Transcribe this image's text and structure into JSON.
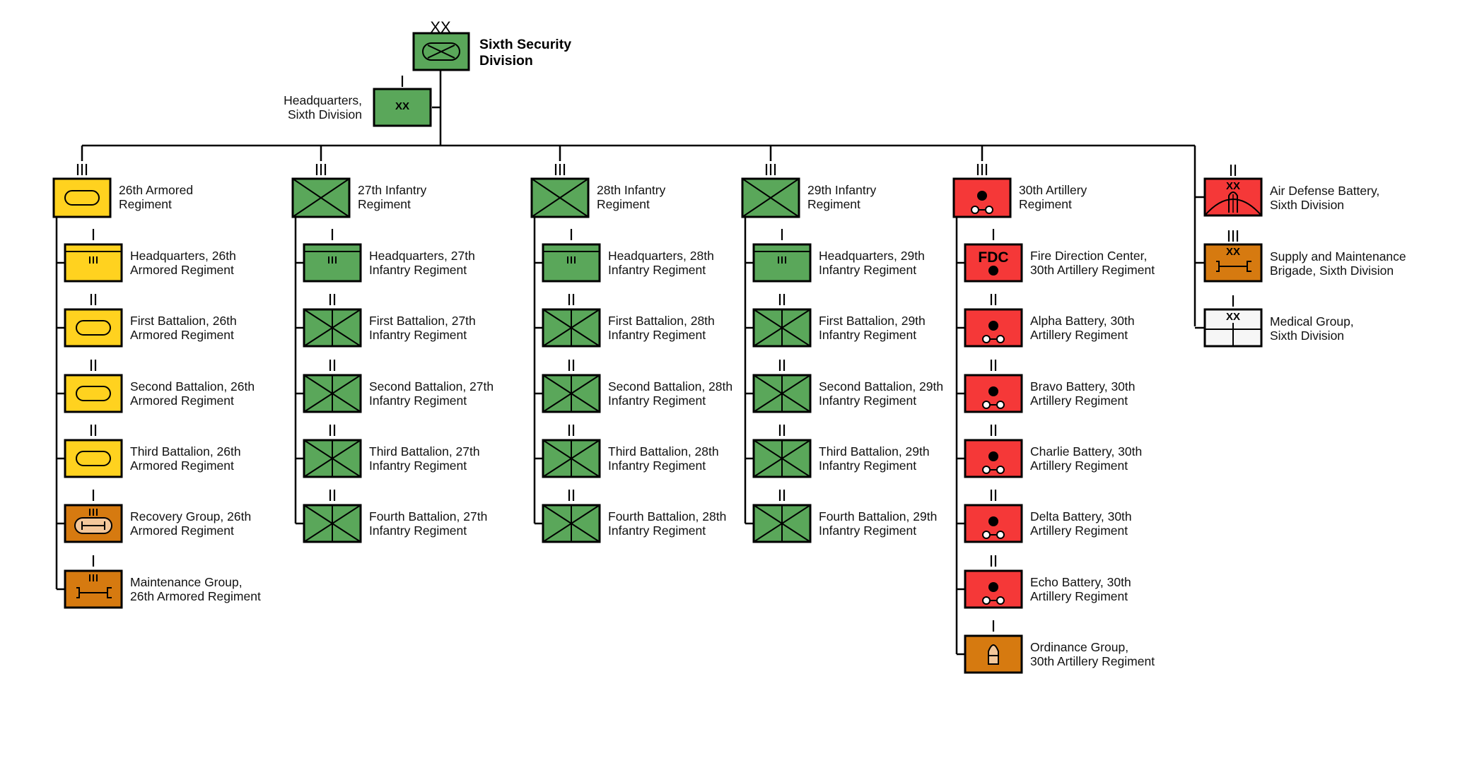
{
  "colors": {
    "green": "#5aa75a",
    "yellow": "#ffd21f",
    "orange": "#d67a10",
    "red": "#f53838",
    "white": "#f6f6f6",
    "line": "#000000"
  },
  "division": {
    "echelon": "XX",
    "name_line1": "Sixth Security",
    "name_line2": "Division",
    "icon": "armored-infantry-symbol",
    "color": "green"
  },
  "hq": {
    "echelon": "I",
    "label_line1": "Headquarters,",
    "label_line2": "Sixth Division",
    "inner_text": "XX",
    "color": "green"
  },
  "columns": [
    {
      "id": "26th-armored",
      "parent": {
        "echelon": "III",
        "line1": "26th Armored",
        "line2": "Regiment",
        "color": "yellow",
        "icon": "armor"
      },
      "units": [
        {
          "echelon": "I",
          "line1": "Headquarters, 26th",
          "line2": "Armored Regiment",
          "color": "yellow",
          "icon": "hq-armor",
          "inner": "III"
        },
        {
          "echelon": "II",
          "line1": "First Battalion, 26th",
          "line2": "Armored Regiment",
          "color": "yellow",
          "icon": "armor"
        },
        {
          "echelon": "II",
          "line1": "Second Battalion, 26th",
          "line2": "Armored Regiment",
          "color": "yellow",
          "icon": "armor"
        },
        {
          "echelon": "II",
          "line1": "Third Battalion, 26th",
          "line2": "Armored Regiment",
          "color": "yellow",
          "icon": "armor"
        },
        {
          "echelon": "I",
          "line1": "Recovery Group, 26th",
          "line2": "Armored Regiment",
          "color": "orange",
          "icon": "recovery",
          "inner": "III"
        },
        {
          "echelon": "I",
          "line1": "Maintenance Group,",
          "line2": "26th Armored Regiment",
          "color": "orange",
          "icon": "maintenance",
          "inner": "III"
        }
      ]
    },
    {
      "id": "27th-infantry",
      "parent": {
        "echelon": "III",
        "line1": "27th Infantry",
        "line2": "Regiment",
        "color": "green",
        "icon": "infantry"
      },
      "units": [
        {
          "echelon": "I",
          "line1": "Headquarters, 27th",
          "line2": "Infantry Regiment",
          "color": "green",
          "icon": "hq",
          "inner": "III"
        },
        {
          "echelon": "II",
          "line1": "First Battalion, 27th",
          "line2": "Infantry Regiment",
          "color": "green",
          "icon": "infantry-bn"
        },
        {
          "echelon": "II",
          "line1": "Second Battalion, 27th",
          "line2": "Infantry Regiment",
          "color": "green",
          "icon": "infantry-bn"
        },
        {
          "echelon": "II",
          "line1": "Third Battalion, 27th",
          "line2": "Infantry Regiment",
          "color": "green",
          "icon": "infantry-bn"
        },
        {
          "echelon": "II",
          "line1": "Fourth Battalion, 27th",
          "line2": "Infantry Regiment",
          "color": "green",
          "icon": "infantry-bn"
        }
      ]
    },
    {
      "id": "28th-infantry",
      "parent": {
        "echelon": "III",
        "line1": "28th Infantry",
        "line2": "Regiment",
        "color": "green",
        "icon": "infantry"
      },
      "units": [
        {
          "echelon": "I",
          "line1": "Headquarters, 28th",
          "line2": "Infantry Regiment",
          "color": "green",
          "icon": "hq",
          "inner": "III"
        },
        {
          "echelon": "II",
          "line1": "First Battalion, 28th",
          "line2": "Infantry Regiment",
          "color": "green",
          "icon": "infantry-bn"
        },
        {
          "echelon": "II",
          "line1": "Second Battalion, 28th",
          "line2": "Infantry Regiment",
          "color": "green",
          "icon": "infantry-bn"
        },
        {
          "echelon": "II",
          "line1": "Third Battalion, 28th",
          "line2": "Infantry Regiment",
          "color": "green",
          "icon": "infantry-bn"
        },
        {
          "echelon": "II",
          "line1": "Fourth Battalion, 28th",
          "line2": "Infantry Regiment",
          "color": "green",
          "icon": "infantry-bn"
        }
      ]
    },
    {
      "id": "29th-infantry",
      "parent": {
        "echelon": "III",
        "line1": "29th Infantry",
        "line2": "Regiment",
        "color": "green",
        "icon": "infantry"
      },
      "units": [
        {
          "echelon": "I",
          "line1": "Headquarters, 29th",
          "line2": "Infantry Regiment",
          "color": "green",
          "icon": "hq",
          "inner": "III"
        },
        {
          "echelon": "II",
          "line1": "First Battalion, 29th",
          "line2": "Infantry Regiment",
          "color": "green",
          "icon": "infantry-bn"
        },
        {
          "echelon": "II",
          "line1": "Second Battalion, 29th",
          "line2": "Infantry Regiment",
          "color": "green",
          "icon": "infantry-bn"
        },
        {
          "echelon": "II",
          "line1": "Third Battalion, 29th",
          "line2": "Infantry Regiment",
          "color": "green",
          "icon": "infantry-bn"
        },
        {
          "echelon": "II",
          "line1": "Fourth Battalion, 29th",
          "line2": "Infantry Regiment",
          "color": "green",
          "icon": "infantry-bn"
        }
      ]
    },
    {
      "id": "30th-artillery",
      "parent": {
        "echelon": "III",
        "line1": "30th Artillery",
        "line2": "Regiment",
        "color": "red",
        "icon": "artillery"
      },
      "units": [
        {
          "echelon": "I",
          "line1": "Fire Direction Center,",
          "line2": "30th Artillery Regiment",
          "color": "red",
          "icon": "fdc",
          "inner": "FDC"
        },
        {
          "echelon": "II",
          "line1": "Alpha Battery, 30th",
          "line2": "Artillery Regiment",
          "color": "red",
          "icon": "artillery"
        },
        {
          "echelon": "II",
          "line1": "Bravo Battery, 30th",
          "line2": "Artillery Regiment",
          "color": "red",
          "icon": "artillery"
        },
        {
          "echelon": "II",
          "line1": "Charlie Battery, 30th",
          "line2": "Artillery Regiment",
          "color": "red",
          "icon": "artillery"
        },
        {
          "echelon": "II",
          "line1": "Delta Battery, 30th",
          "line2": "Artillery Regiment",
          "color": "red",
          "icon": "artillery"
        },
        {
          "echelon": "II",
          "line1": "Echo Battery, 30th",
          "line2": "Artillery Regiment",
          "color": "red",
          "icon": "artillery"
        },
        {
          "echelon": "I",
          "line1": "Ordinance Group,",
          "line2": "30th Artillery Regiment",
          "color": "orange",
          "icon": "ordnance"
        }
      ]
    }
  ],
  "support": [
    {
      "echelon": "II",
      "line1": "Air Defense Battery,",
      "line2": "Sixth Division",
      "color": "red",
      "icon": "air-defense",
      "inner": "XX"
    },
    {
      "echelon": "III",
      "line1": "Supply and Maintenance",
      "line2": "Brigade, Sixth Division",
      "color": "orange",
      "icon": "maintenance",
      "inner": "XX"
    },
    {
      "echelon": "I",
      "line1": "Medical Group,",
      "line2": "Sixth Division",
      "color": "white",
      "icon": "medical",
      "inner": "XX"
    }
  ]
}
